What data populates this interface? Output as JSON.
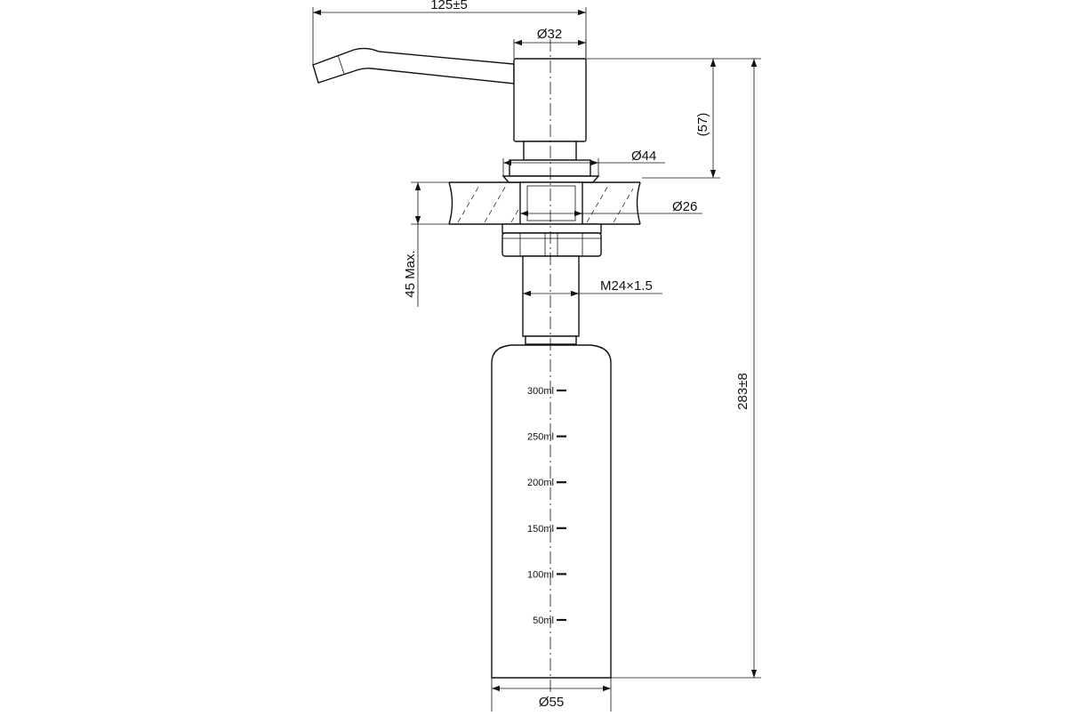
{
  "dimensions": {
    "spout_length": "125±5",
    "pump_head_diameter": "Ø32",
    "flange_diameter": "Ø44",
    "hole_diameter": "Ø26",
    "thread": "M24×1.5",
    "bottle_diameter": "Ø55",
    "head_height": "(57)",
    "total_height": "283±8",
    "counter_thickness": "45 Max."
  },
  "scale": [
    "300ml",
    "250ml",
    "200ml",
    "150ml",
    "100ml",
    "50ml"
  ]
}
